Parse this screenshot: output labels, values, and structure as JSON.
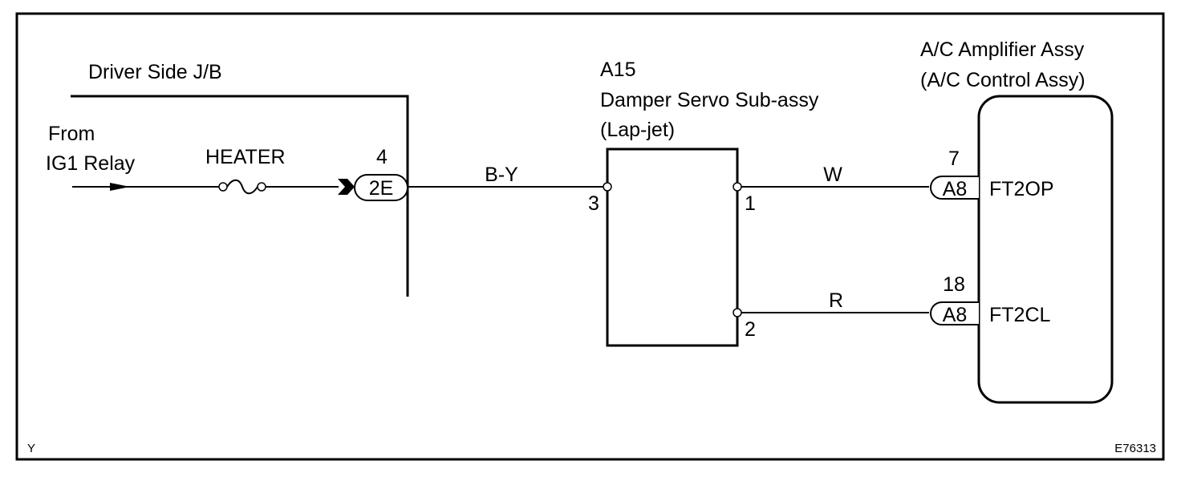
{
  "jb": {
    "title": "Driver Side J/B",
    "pin": "4",
    "connector": "2E"
  },
  "source": {
    "line1": "From",
    "line2": "IG1 Relay"
  },
  "fuse": {
    "label": "HEATER"
  },
  "wires": {
    "by": "B-Y",
    "w": "W",
    "r": "R"
  },
  "servo": {
    "code": "A15",
    "name": "Damper Servo Sub-assy",
    "sub": "(Lap-jet)",
    "pin_in": "3",
    "pin_out1": "1",
    "pin_out2": "2"
  },
  "amplifier": {
    "title": "A/C Amplifier Assy",
    "subtitle": "(A/C Control Assy)",
    "pin_ftop": "7",
    "conn_ftop": "A8",
    "sig_ftop": "FT2OP",
    "pin_ftcl": "18",
    "conn_ftcl": "A8",
    "sig_ftcl": "FT2CL"
  },
  "footer": {
    "left": "Y",
    "right": "E76313"
  }
}
